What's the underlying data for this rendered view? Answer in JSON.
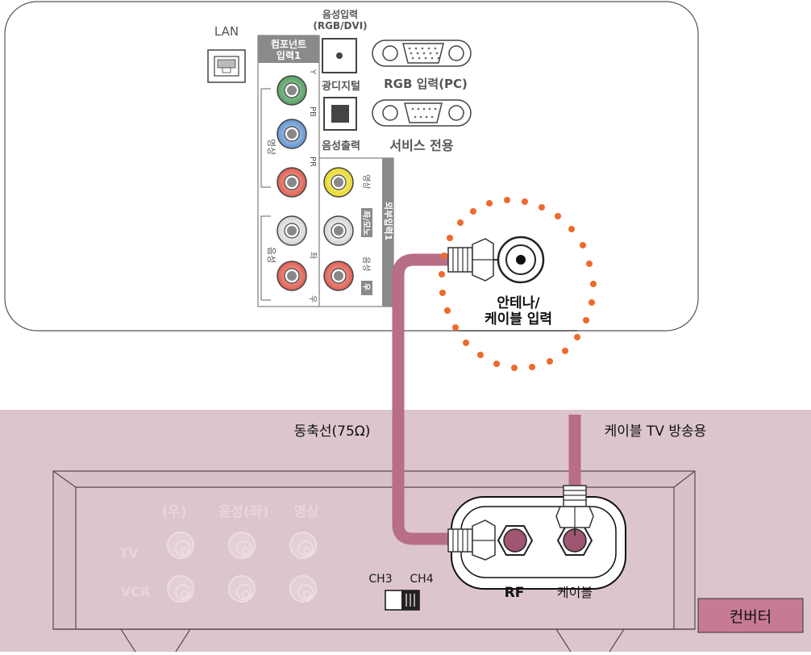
{
  "tv_panel": {
    "lan_label": "LAN",
    "audio_in_label_1": "음성입력",
    "audio_in_label_2": "(RGB/DVI)",
    "component_label_1": "컴포넌트",
    "component_label_2": "입력1",
    "component_y": "Y",
    "component_pb": "PB",
    "component_pr": "PR",
    "component_video": "영상",
    "component_audio": "음성",
    "component_left": "좌",
    "component_right": "우",
    "optical_label": "광디지털",
    "audio_out_label": "음성출력",
    "rgb_label": "RGB 입력(PC)",
    "service_label": "서비스 전용",
    "external_input_label": "외부입력1",
    "ext_video": "영상",
    "ext_audio": "음성",
    "ext_left_mono": "좌/모노",
    "ext_right": "우",
    "antenna_label_1": "안테나/",
    "antenna_label_2": "케이블 입력"
  },
  "cables": {
    "coax_label": "동축선(75Ω)",
    "cable_tv_label": "케이블 TV 방송용"
  },
  "converter": {
    "header_right": "(우)",
    "header_audio_left": "음성(좌)",
    "header_video": "영상",
    "row_tv": "TV",
    "row_vcr": "VCR",
    "ch3": "CH3",
    "ch4": "CH4",
    "rf_label": "RF",
    "cable_port_label": "케이블",
    "badge_label": "컨버터"
  },
  "colors": {
    "background_band": "#dcc6cc",
    "cable": "#b76e86",
    "dots": "#ee6a2c",
    "jack_green": "#6fb07a",
    "jack_blue": "#7ea9da",
    "jack_red": "#e8776b",
    "jack_yellow": "#f2e34c",
    "label_panel": "#8a8a8a"
  }
}
